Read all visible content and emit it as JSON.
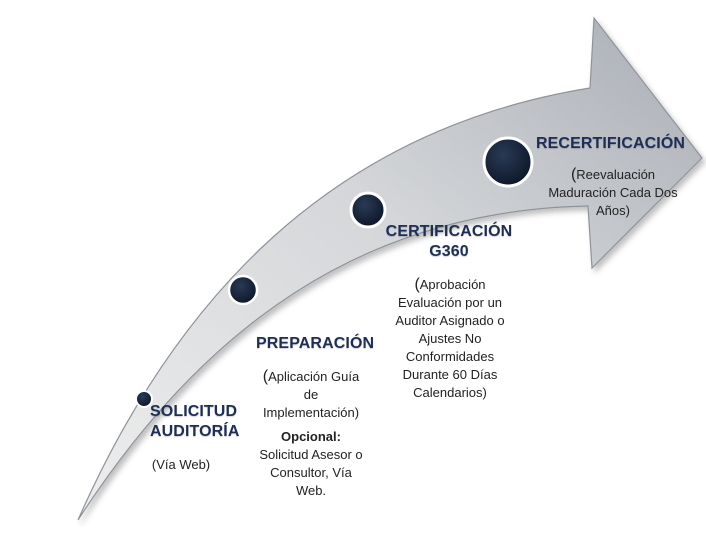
{
  "diagram": {
    "colors": {
      "arrow_fill_light": "#dcdcdc",
      "arrow_fill_dark": "#a9aeb5",
      "arrow_edge": "#8e939a",
      "circle_dark": "#0e1a2d",
      "circle_ring": "#ffffff",
      "title_color": "#1d2f57"
    },
    "stages": [
      {
        "title_line1": "SOLICITUD",
        "title_line2": "AUDITORÍA",
        "desc": "(Vía Web)"
      },
      {
        "title": "PREPARACIÓN",
        "desc_open": "(",
        "desc_line1": "Aplicación Guía",
        "desc_line2": "de",
        "desc_line3": "Implementación)",
        "optional_label": "Opcional:",
        "optional_line1": "Solicitud Asesor o",
        "optional_line2": "Consultor, Vía",
        "optional_line3": "Web."
      },
      {
        "title_line1": "CERTIFICACIÓN",
        "title_line2": "G360",
        "desc_open": "(",
        "desc_line1": "Aprobación",
        "desc_line2": "Evaluación por un",
        "desc_line3": "Auditor Asignado o",
        "desc_line4": "Ajustes No",
        "desc_line5": "Conformidades",
        "desc_line6": "Durante 60 Días",
        "desc_line7": "Calendarios)"
      },
      {
        "title": "RECERTIFICACIÓN",
        "desc_open": "(",
        "desc_line1": "Reevaluación",
        "desc_line2": "Maduración Cada Dos",
        "desc_line3": "Años)"
      }
    ]
  }
}
